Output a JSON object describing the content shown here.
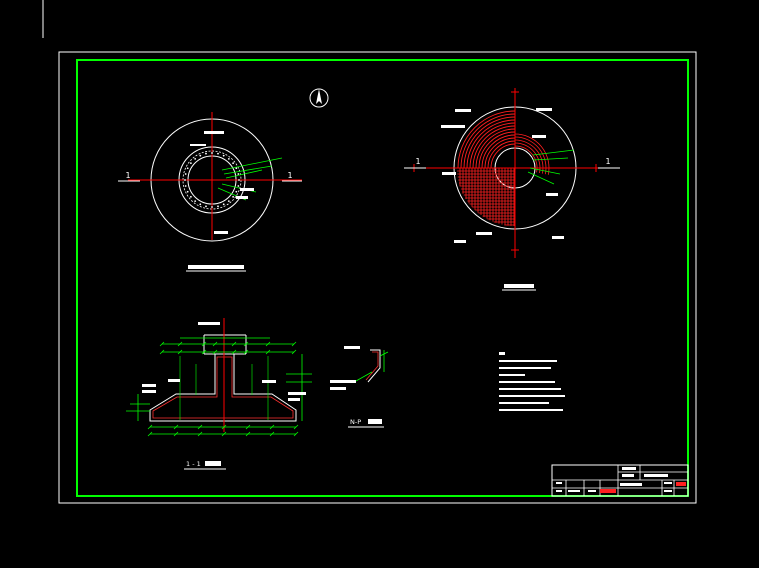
{
  "colors": {
    "background": "#000000",
    "frame": "#ffffff",
    "border": "#00ff00",
    "axis": "#ff0000",
    "rebar": "#ff2020",
    "dim": "#00ff00",
    "annot": "#ffffff"
  },
  "icons": {
    "north_arrow": "north-arrow-icon"
  },
  "plan_left": {
    "section_marks": [
      "1",
      "1"
    ]
  },
  "plan_right": {
    "section_marks": [
      "1",
      "1"
    ]
  },
  "section_view": {
    "title_prefix": "1 - 1"
  },
  "detail": {
    "title": "N-P"
  }
}
